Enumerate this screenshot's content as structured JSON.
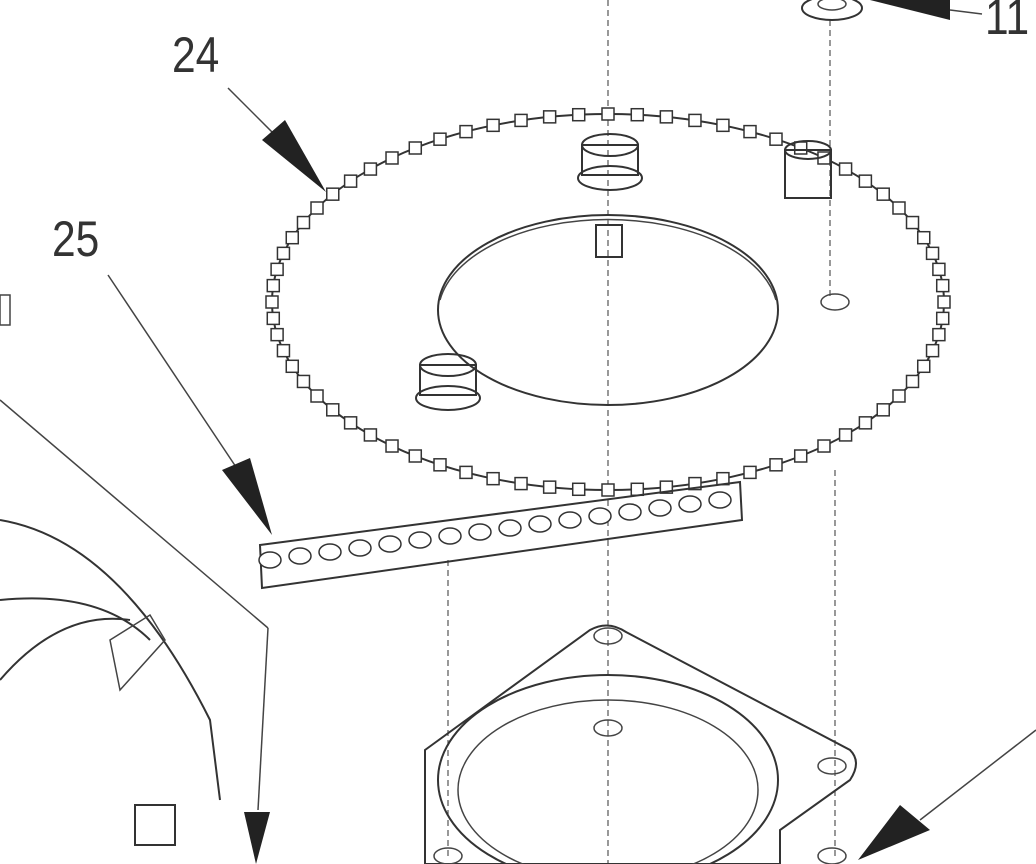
{
  "callouts": {
    "sprocket": "24",
    "chain": "25",
    "washer": "11"
  },
  "colors": {
    "line": "#333333",
    "background": "#ffffff"
  }
}
